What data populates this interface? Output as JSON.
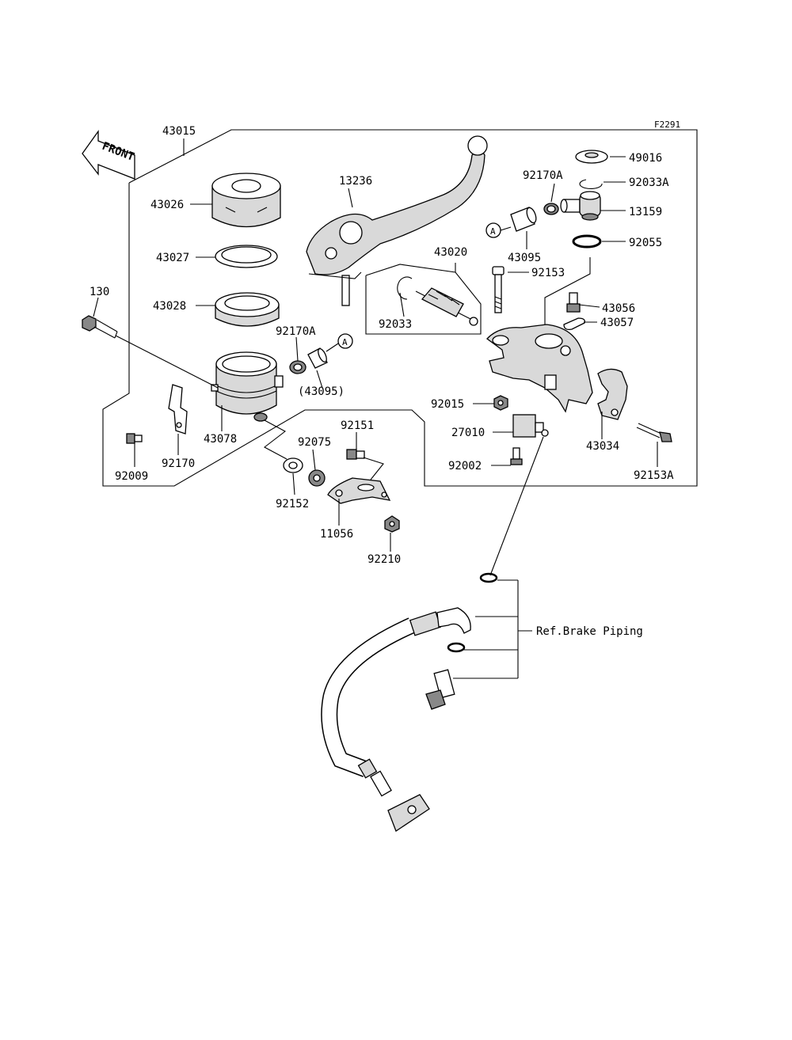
{
  "diagram": {
    "figure_code": "F2291",
    "front_label": "FRONT",
    "ref_label": "Ref.Brake Piping",
    "callouts": [
      {
        "id": "c-43015",
        "label": "43015"
      },
      {
        "id": "c-13236",
        "label": "13236"
      },
      {
        "id": "c-92170A-top",
        "label": "92170A"
      },
      {
        "id": "c-49016",
        "label": "49016"
      },
      {
        "id": "c-92033A",
        "label": "92033A"
      },
      {
        "id": "c-13159",
        "label": "13159"
      },
      {
        "id": "c-43095",
        "label": "43095"
      },
      {
        "id": "c-92055",
        "label": "92055"
      },
      {
        "id": "c-43026",
        "label": "43026"
      },
      {
        "id": "c-43027",
        "label": "43027"
      },
      {
        "id": "c-43028",
        "label": "43028"
      },
      {
        "id": "c-43020",
        "label": "43020"
      },
      {
        "id": "c-92153",
        "label": "92153"
      },
      {
        "id": "c-130",
        "label": "130"
      },
      {
        "id": "c-43056",
        "label": "43056"
      },
      {
        "id": "c-43057",
        "label": "43057"
      },
      {
        "id": "c-92033",
        "label": "92033"
      },
      {
        "id": "c-92170A-mid",
        "label": "92170A"
      },
      {
        "id": "c-43095-paren",
        "label": "(43095)"
      },
      {
        "id": "c-92015",
        "label": "92015"
      },
      {
        "id": "c-43078",
        "label": "43078"
      },
      {
        "id": "c-27010",
        "label": "27010"
      },
      {
        "id": "c-92151",
        "label": "92151"
      },
      {
        "id": "c-43034",
        "label": "43034"
      },
      {
        "id": "c-92075",
        "label": "92075"
      },
      {
        "id": "c-92170",
        "label": "92170"
      },
      {
        "id": "c-92009",
        "label": "92009"
      },
      {
        "id": "c-92002",
        "label": "92002"
      },
      {
        "id": "c-92153A",
        "label": "92153A"
      },
      {
        "id": "c-92152",
        "label": "92152"
      },
      {
        "id": "c-11056",
        "label": "11056"
      },
      {
        "id": "c-92210",
        "label": "92210"
      }
    ],
    "connector_markers": [
      {
        "id": "marker-a-top",
        "label": "A"
      },
      {
        "id": "marker-a-mid",
        "label": "A"
      }
    ]
  }
}
